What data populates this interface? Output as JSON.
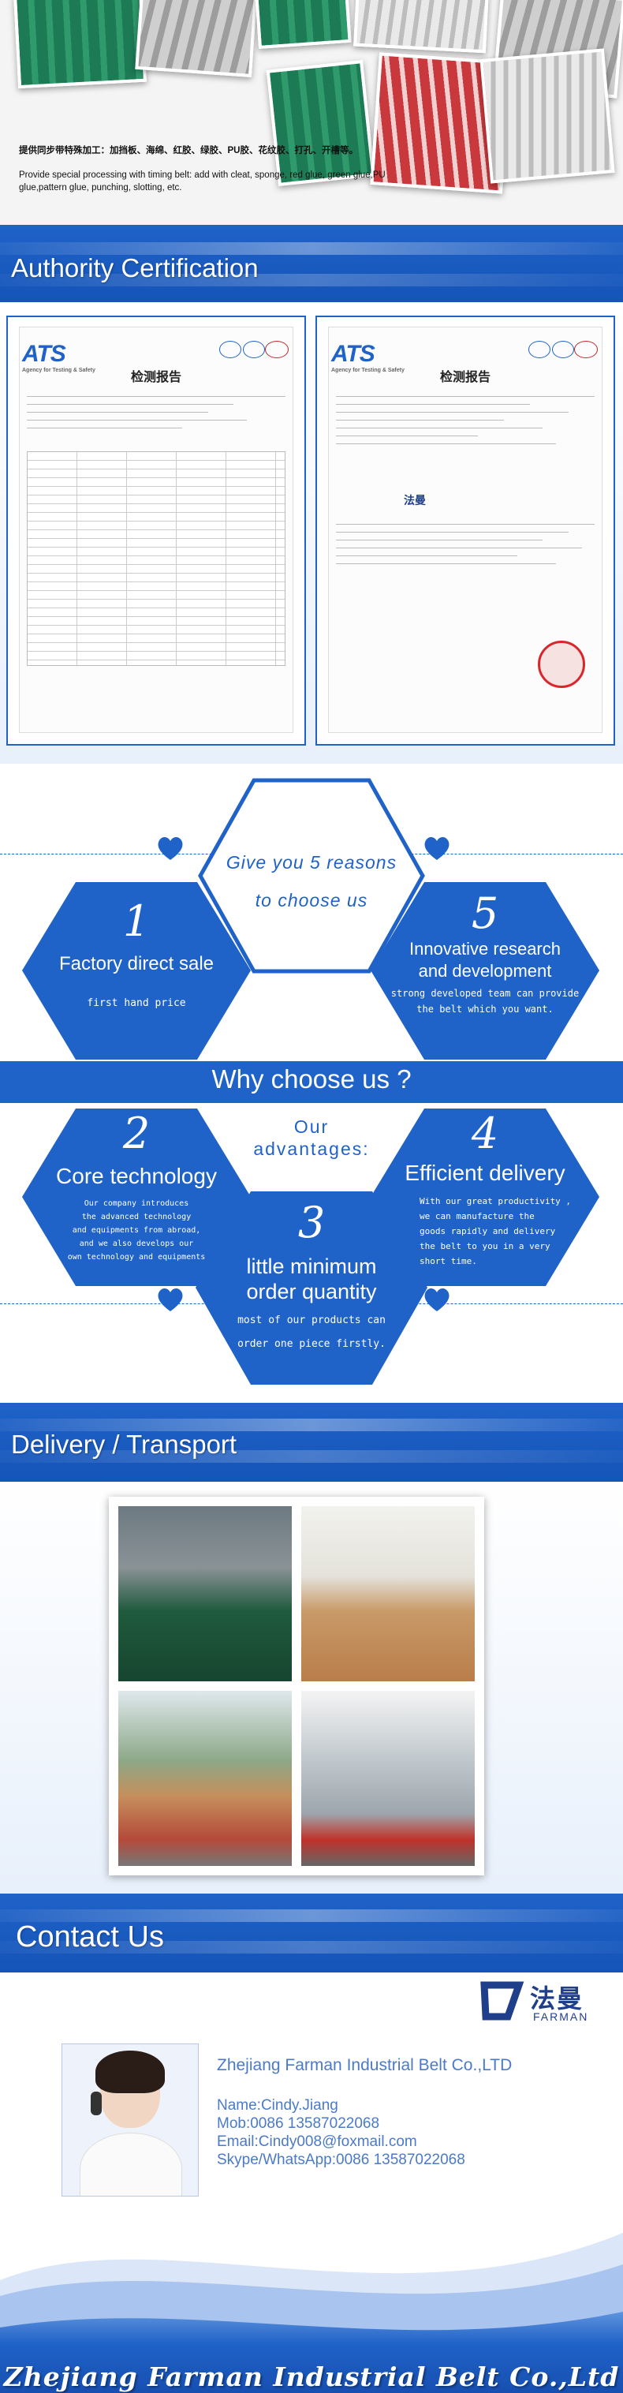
{
  "top": {
    "cn_text": "提供同步带特殊加工：加挡板、海绵、红胶、绿胶、PU胶、花纹胶、打孔、开槽等。",
    "en_text": "Provide special processing with timing belt: add with cleat, sponge, red glue, green glue,PU glue,pattern glue, punching, slotting, etc."
  },
  "certification": {
    "title": "Authority Certification",
    "left_cert": {
      "logo": "ATS",
      "heading": "检测报告"
    },
    "right_cert": {
      "logo": "ATS",
      "heading": "检测报告",
      "brand": "法曼"
    }
  },
  "why": {
    "reason1": {
      "num": "1",
      "title": "Factory direct sale",
      "desc": "first hand price"
    },
    "reasons_header": {
      "line1": "Give you 5 reasons",
      "line2": "to choose us"
    },
    "reason5": {
      "num": "5",
      "title_line1": "Innovative research",
      "title_line2": "and development",
      "desc_line1": "strong developed team can provide",
      "desc_line2": "the belt which you want."
    },
    "title": "Why choose us ?",
    "advantages": {
      "line1": "Our",
      "line2": "advantages:"
    },
    "reason2": {
      "num": "2",
      "title": "Core technology",
      "desc_lines": [
        "Our company introduces",
        "the advanced technology",
        "and equipments from abroad,",
        "and we also develops our",
        "own technology and equipments"
      ]
    },
    "reason4": {
      "num": "4",
      "title": "Efficient delivery",
      "desc_lines": [
        "With our great productivity ,",
        "we can  manufacture the",
        "goods rapidly and delivery",
        "the belt to you in a very",
        "short time."
      ]
    },
    "reason3": {
      "num": "3",
      "title_line1": "little minimum",
      "title_line2": "order quantity",
      "desc_line1": "most of our products can",
      "desc_line2": "order one piece firstly."
    }
  },
  "delivery": {
    "title": "Delivery / Transport"
  },
  "contact": {
    "title": "Contact Us",
    "logo_cn": "法曼",
    "logo_en": "FARMAN",
    "company": "Zhejiang Farman Industrial Belt Co.,LTD",
    "name": "Name:Cindy.Jiang",
    "mob": "Mob:0086 13587022068",
    "email": "Email:Cindy008@foxmail.com",
    "skype": "Skype/WhatsApp:0086 13587022068",
    "footer": "Zhejiang Farman Industrial Belt Co.,Ltd"
  },
  "colors": {
    "brand_blue": "#1f62c8",
    "white": "#ffffff"
  }
}
